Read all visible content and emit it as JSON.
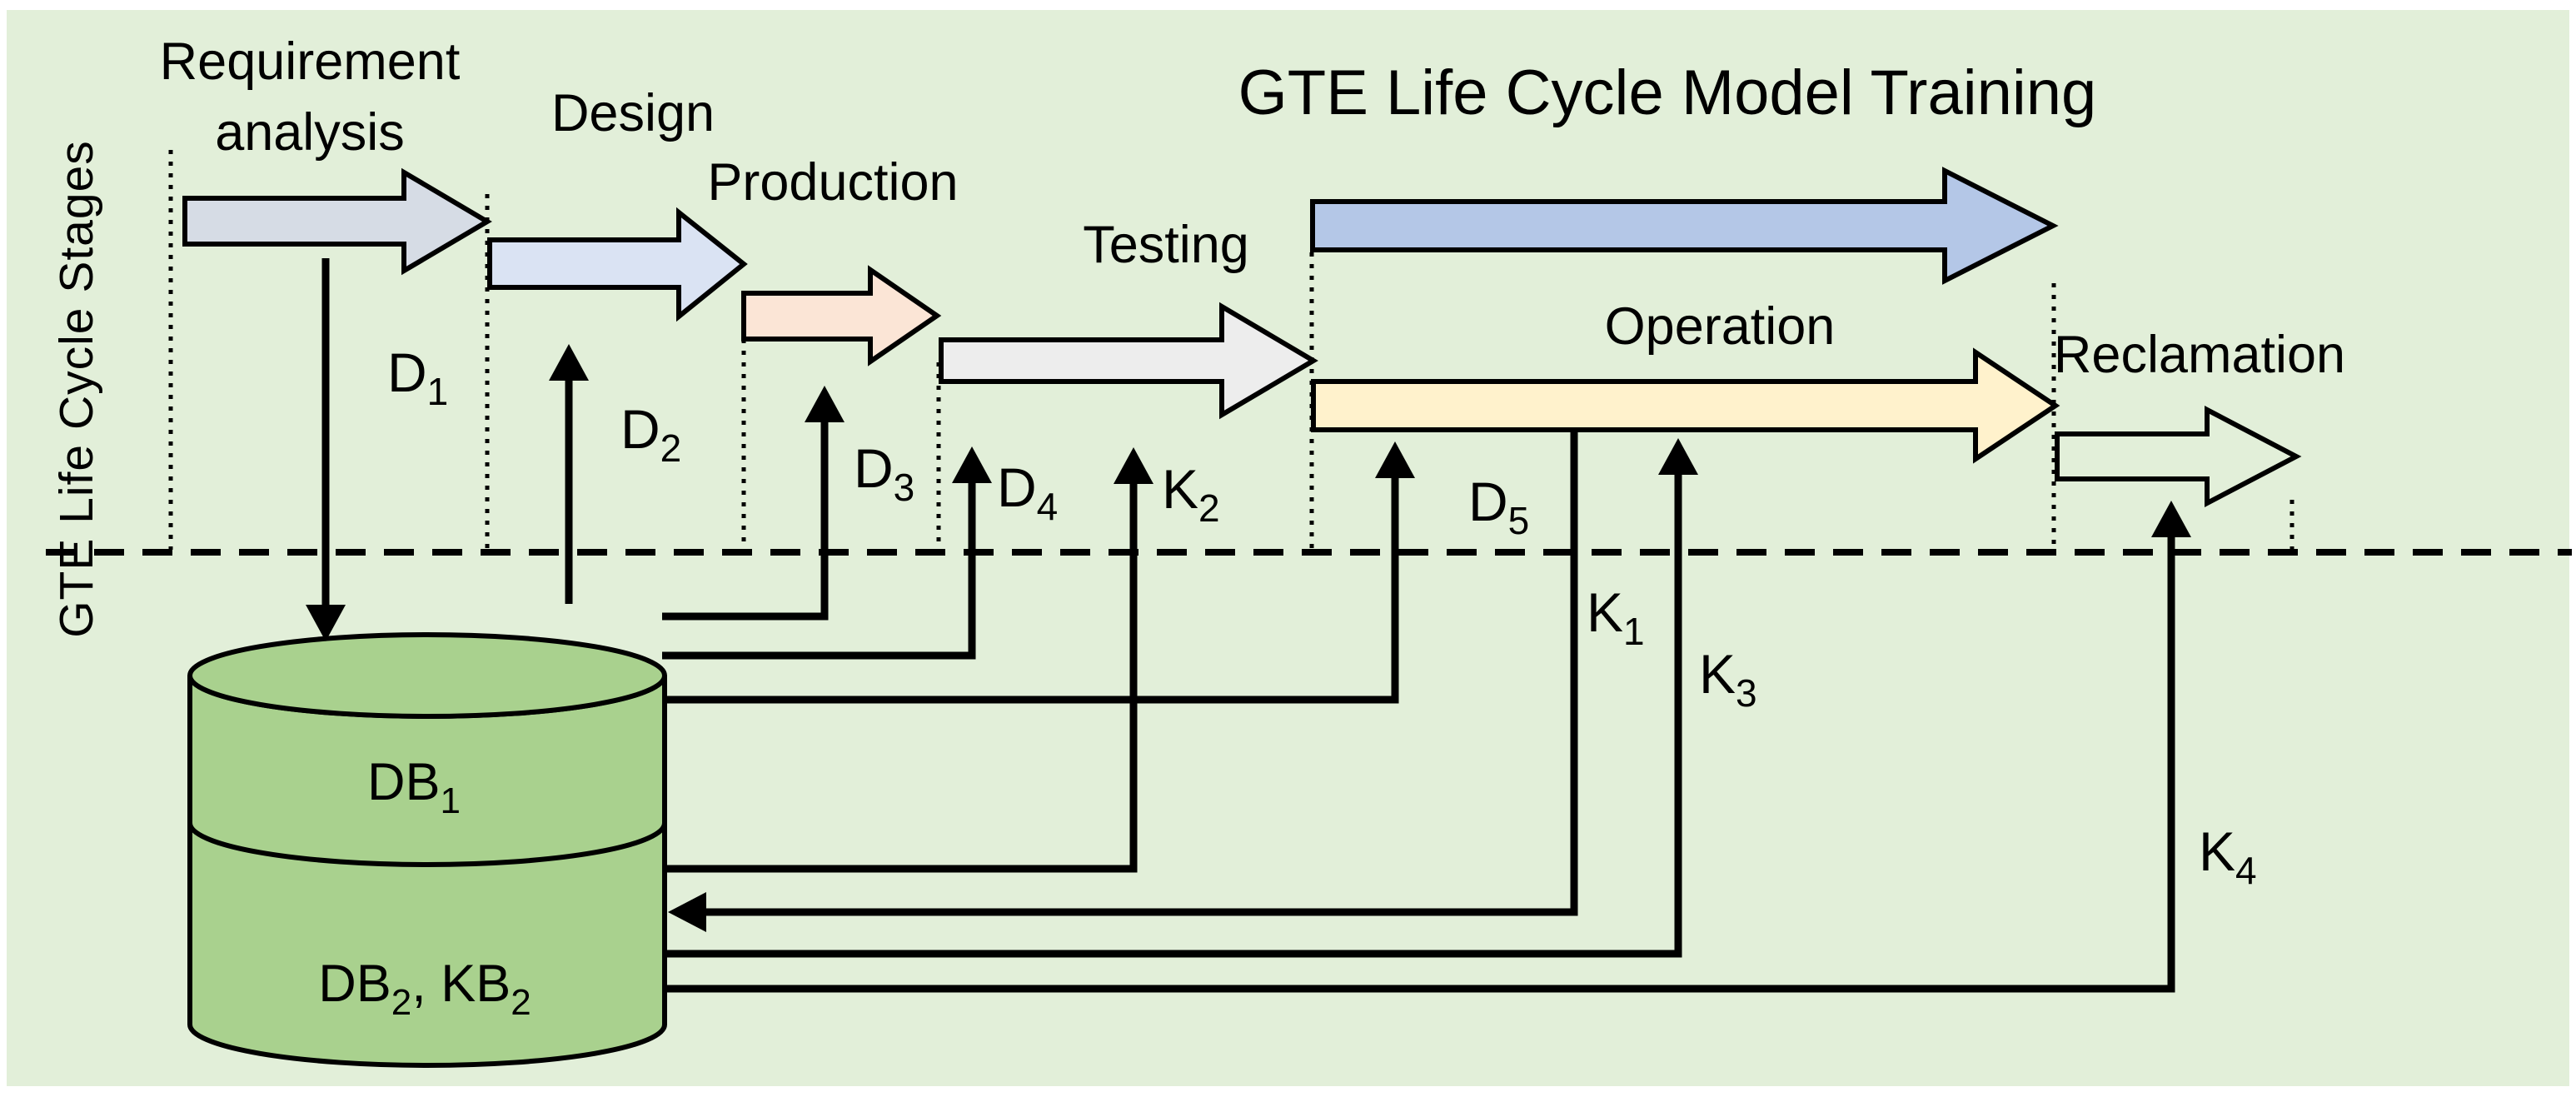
{
  "title": {
    "text": "GTE Life Cycle Model Training"
  },
  "side_label": {
    "text": "GTE Life Cycle Stages"
  },
  "stages": {
    "requirement": {
      "line1": "Requirement",
      "line2": "analysis"
    },
    "design": {
      "label": "Design"
    },
    "production": {
      "label": "Production"
    },
    "testing": {
      "label": "Testing"
    },
    "operation": {
      "label": "Operation"
    },
    "reclamation": {
      "label": "Reclamation"
    }
  },
  "flows": {
    "d1": {
      "main": "D",
      "sub": "1"
    },
    "d2": {
      "main": "D",
      "sub": "2"
    },
    "d3": {
      "main": "D",
      "sub": "3"
    },
    "d4": {
      "main": "D",
      "sub": "4"
    },
    "d5": {
      "main": "D",
      "sub": "5"
    },
    "k1": {
      "main": "K",
      "sub": "1"
    },
    "k2": {
      "main": "K",
      "sub": "2"
    },
    "k3": {
      "main": "K",
      "sub": "3"
    },
    "k4": {
      "main": "K",
      "sub": "4"
    }
  },
  "database": {
    "db1": {
      "main": "DB",
      "sub": "1"
    },
    "db2": {
      "part1": "DB",
      "sub1": "2",
      "part2": ", KB",
      "sub2": "2"
    }
  },
  "colors": {
    "page": "#ffffff",
    "background": "#E2EFD9",
    "requirement": "#D6DCE5",
    "design": "#DAE3F3",
    "production": "#FBE5D6",
    "testing": "#EDEDED",
    "training": "#B4C7E7",
    "operation": "#FFF2CC",
    "reclamation": "#E2EFD9",
    "database": "#A9D18E",
    "line": "#000000"
  }
}
